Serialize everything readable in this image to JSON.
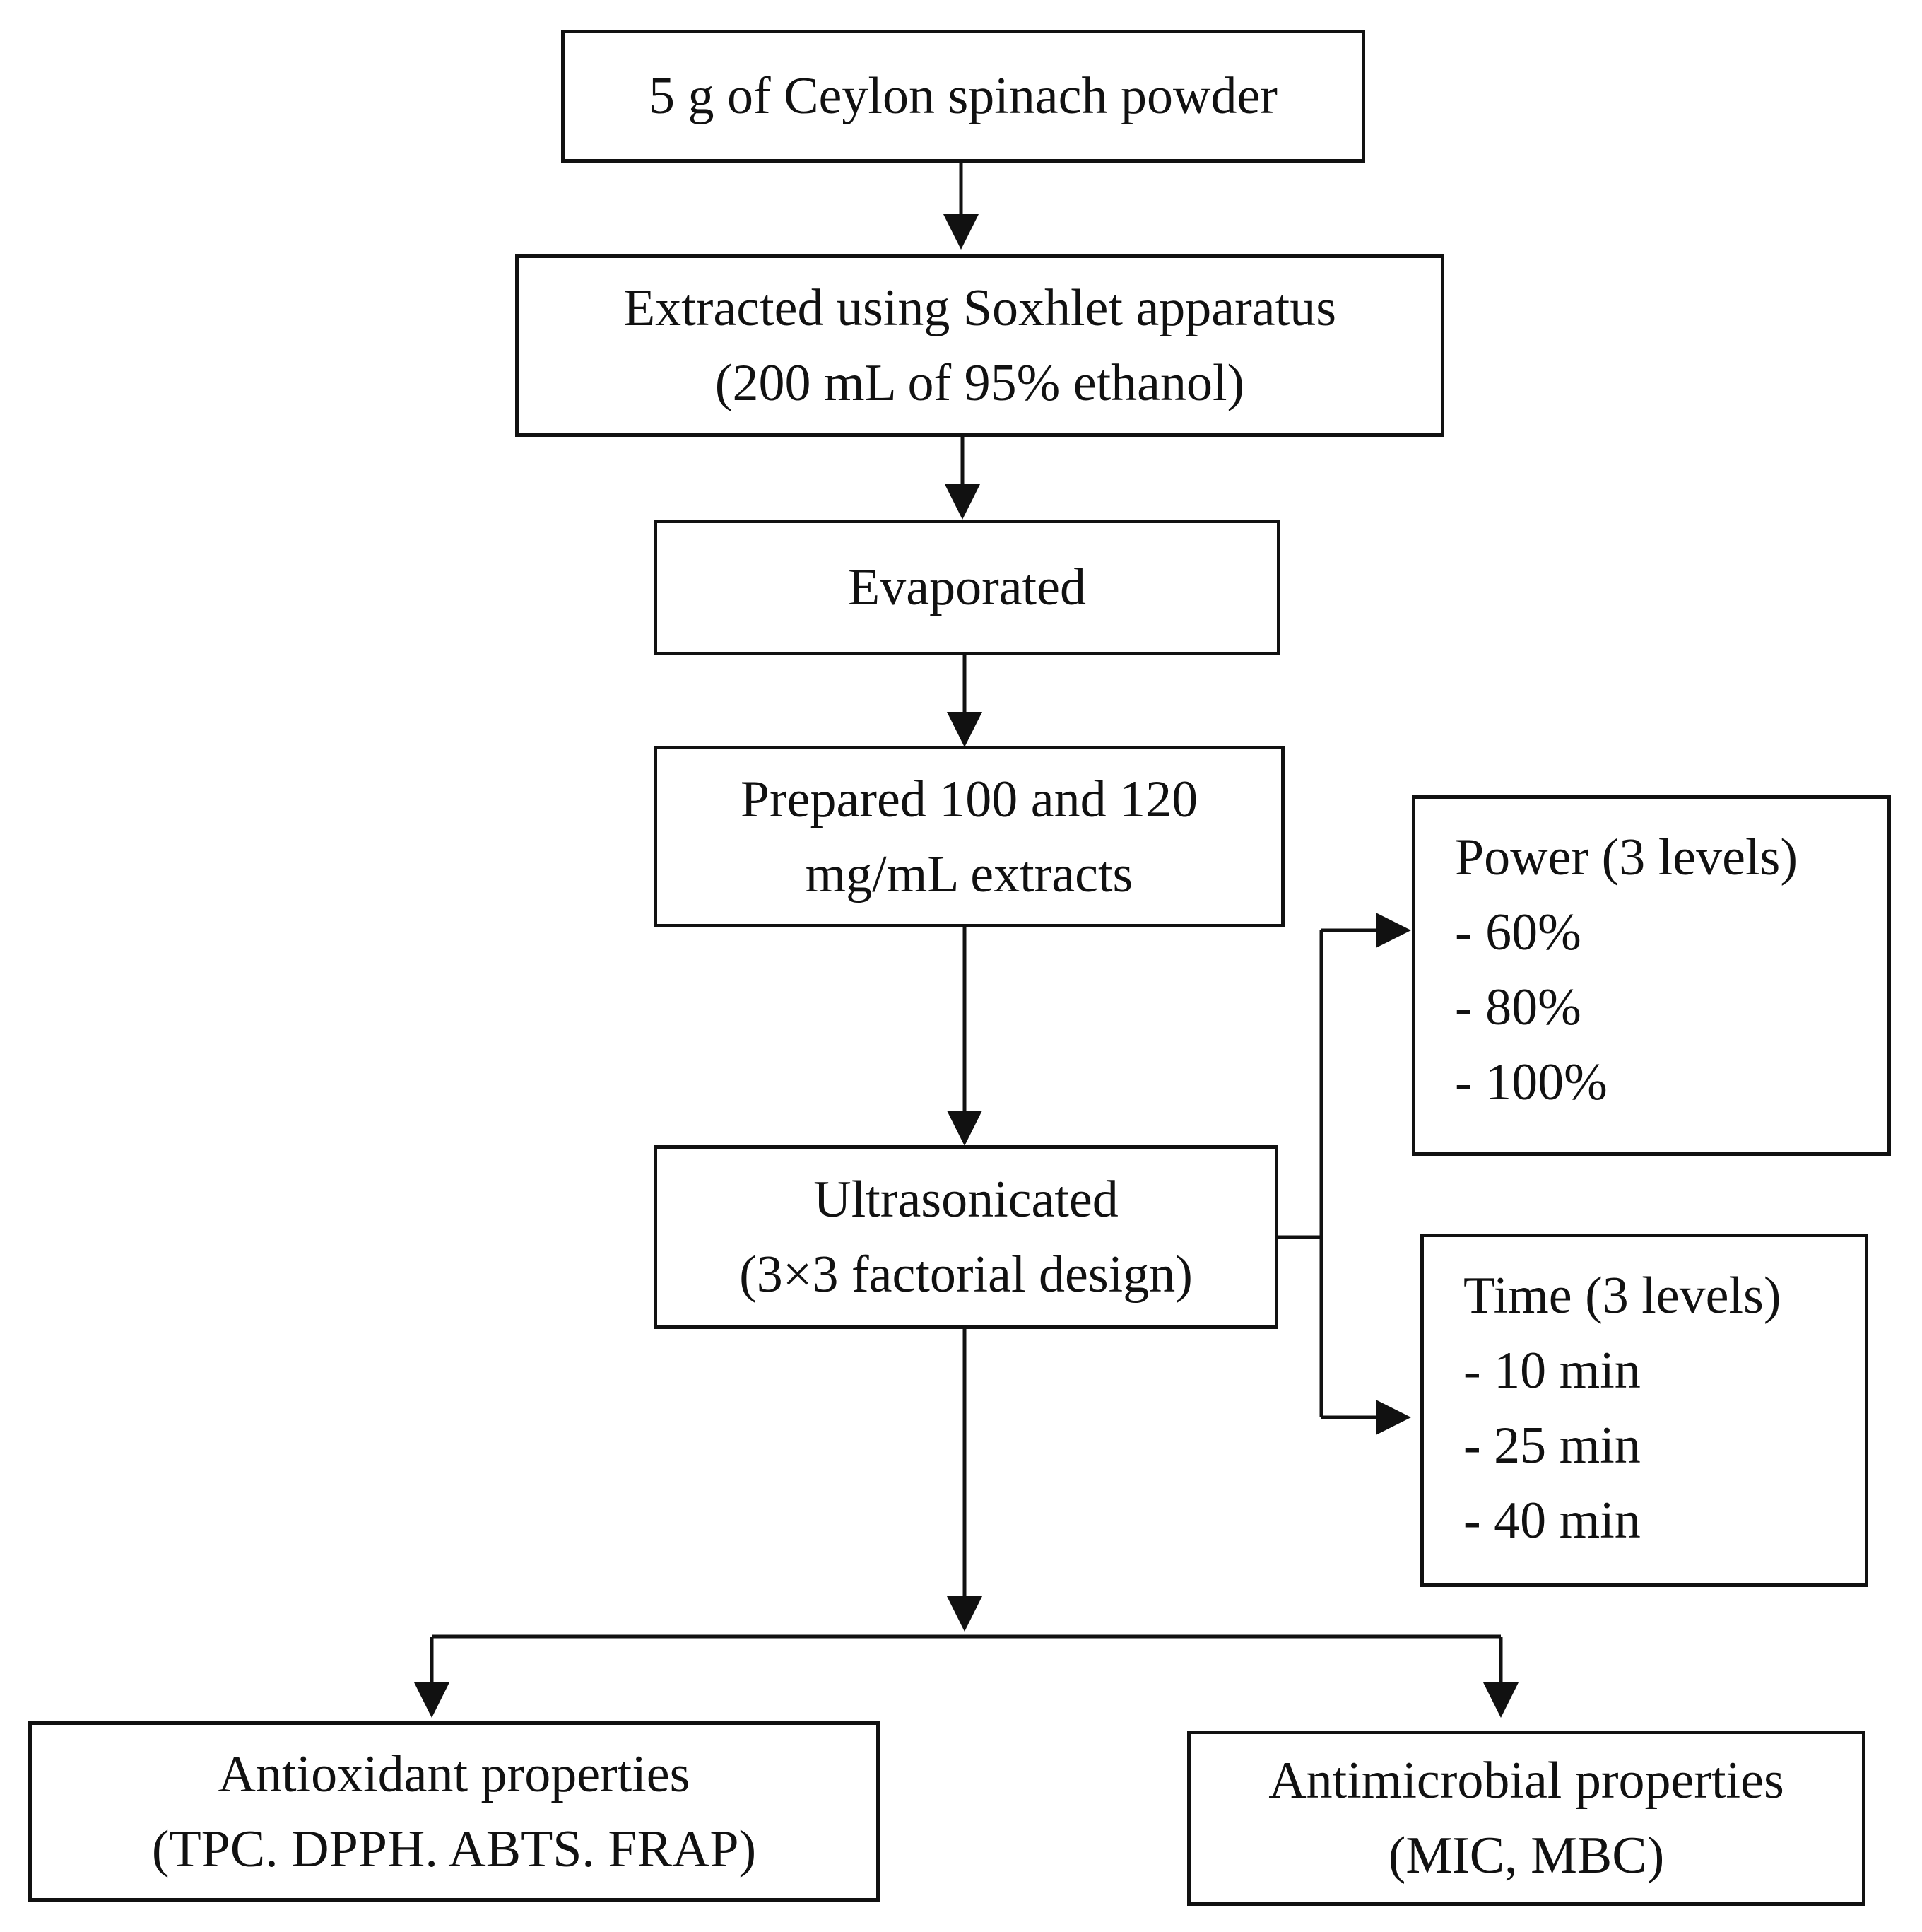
{
  "nodes": {
    "powder": {
      "lines": [
        "5 g of Ceylon spinach powder"
      ]
    },
    "soxhlet": {
      "lines": [
        "Extracted using Soxhlet apparatus",
        "(200 mL of 95% ethanol)"
      ]
    },
    "evaporated": {
      "lines": [
        "Evaporated"
      ]
    },
    "prepared": {
      "lines": [
        "Prepared 100 and 120",
        "mg/mL extracts"
      ]
    },
    "ultrasonicated": {
      "lines": [
        "Ultrasonicated",
        "(3×3 factorial design)"
      ]
    },
    "power": {
      "lines": [
        "Power (3 levels)",
        "- 60%",
        "- 80%",
        "- 100%"
      ]
    },
    "time": {
      "lines": [
        "Time (3 levels)",
        "- 10 min",
        "- 25 min",
        "- 40 min"
      ]
    },
    "antioxidant": {
      "lines": [
        "Antioxidant properties",
        "(TPC. DPPH. ABTS. FRAP)"
      ]
    },
    "antimicrobial": {
      "lines": [
        "Antimicrobial properties",
        "(MIC, MBC)"
      ]
    }
  },
  "edges": [
    {
      "from": "powder",
      "to": "soxhlet"
    },
    {
      "from": "soxhlet",
      "to": "evaporated"
    },
    {
      "from": "evaporated",
      "to": "prepared"
    },
    {
      "from": "prepared",
      "to": "ultrasonicated"
    },
    {
      "from": "ultrasonicated",
      "to": "power"
    },
    {
      "from": "ultrasonicated",
      "to": "time"
    },
    {
      "from": "ultrasonicated",
      "to": "antioxidant"
    },
    {
      "from": "ultrasonicated",
      "to": "antimicrobial"
    }
  ]
}
